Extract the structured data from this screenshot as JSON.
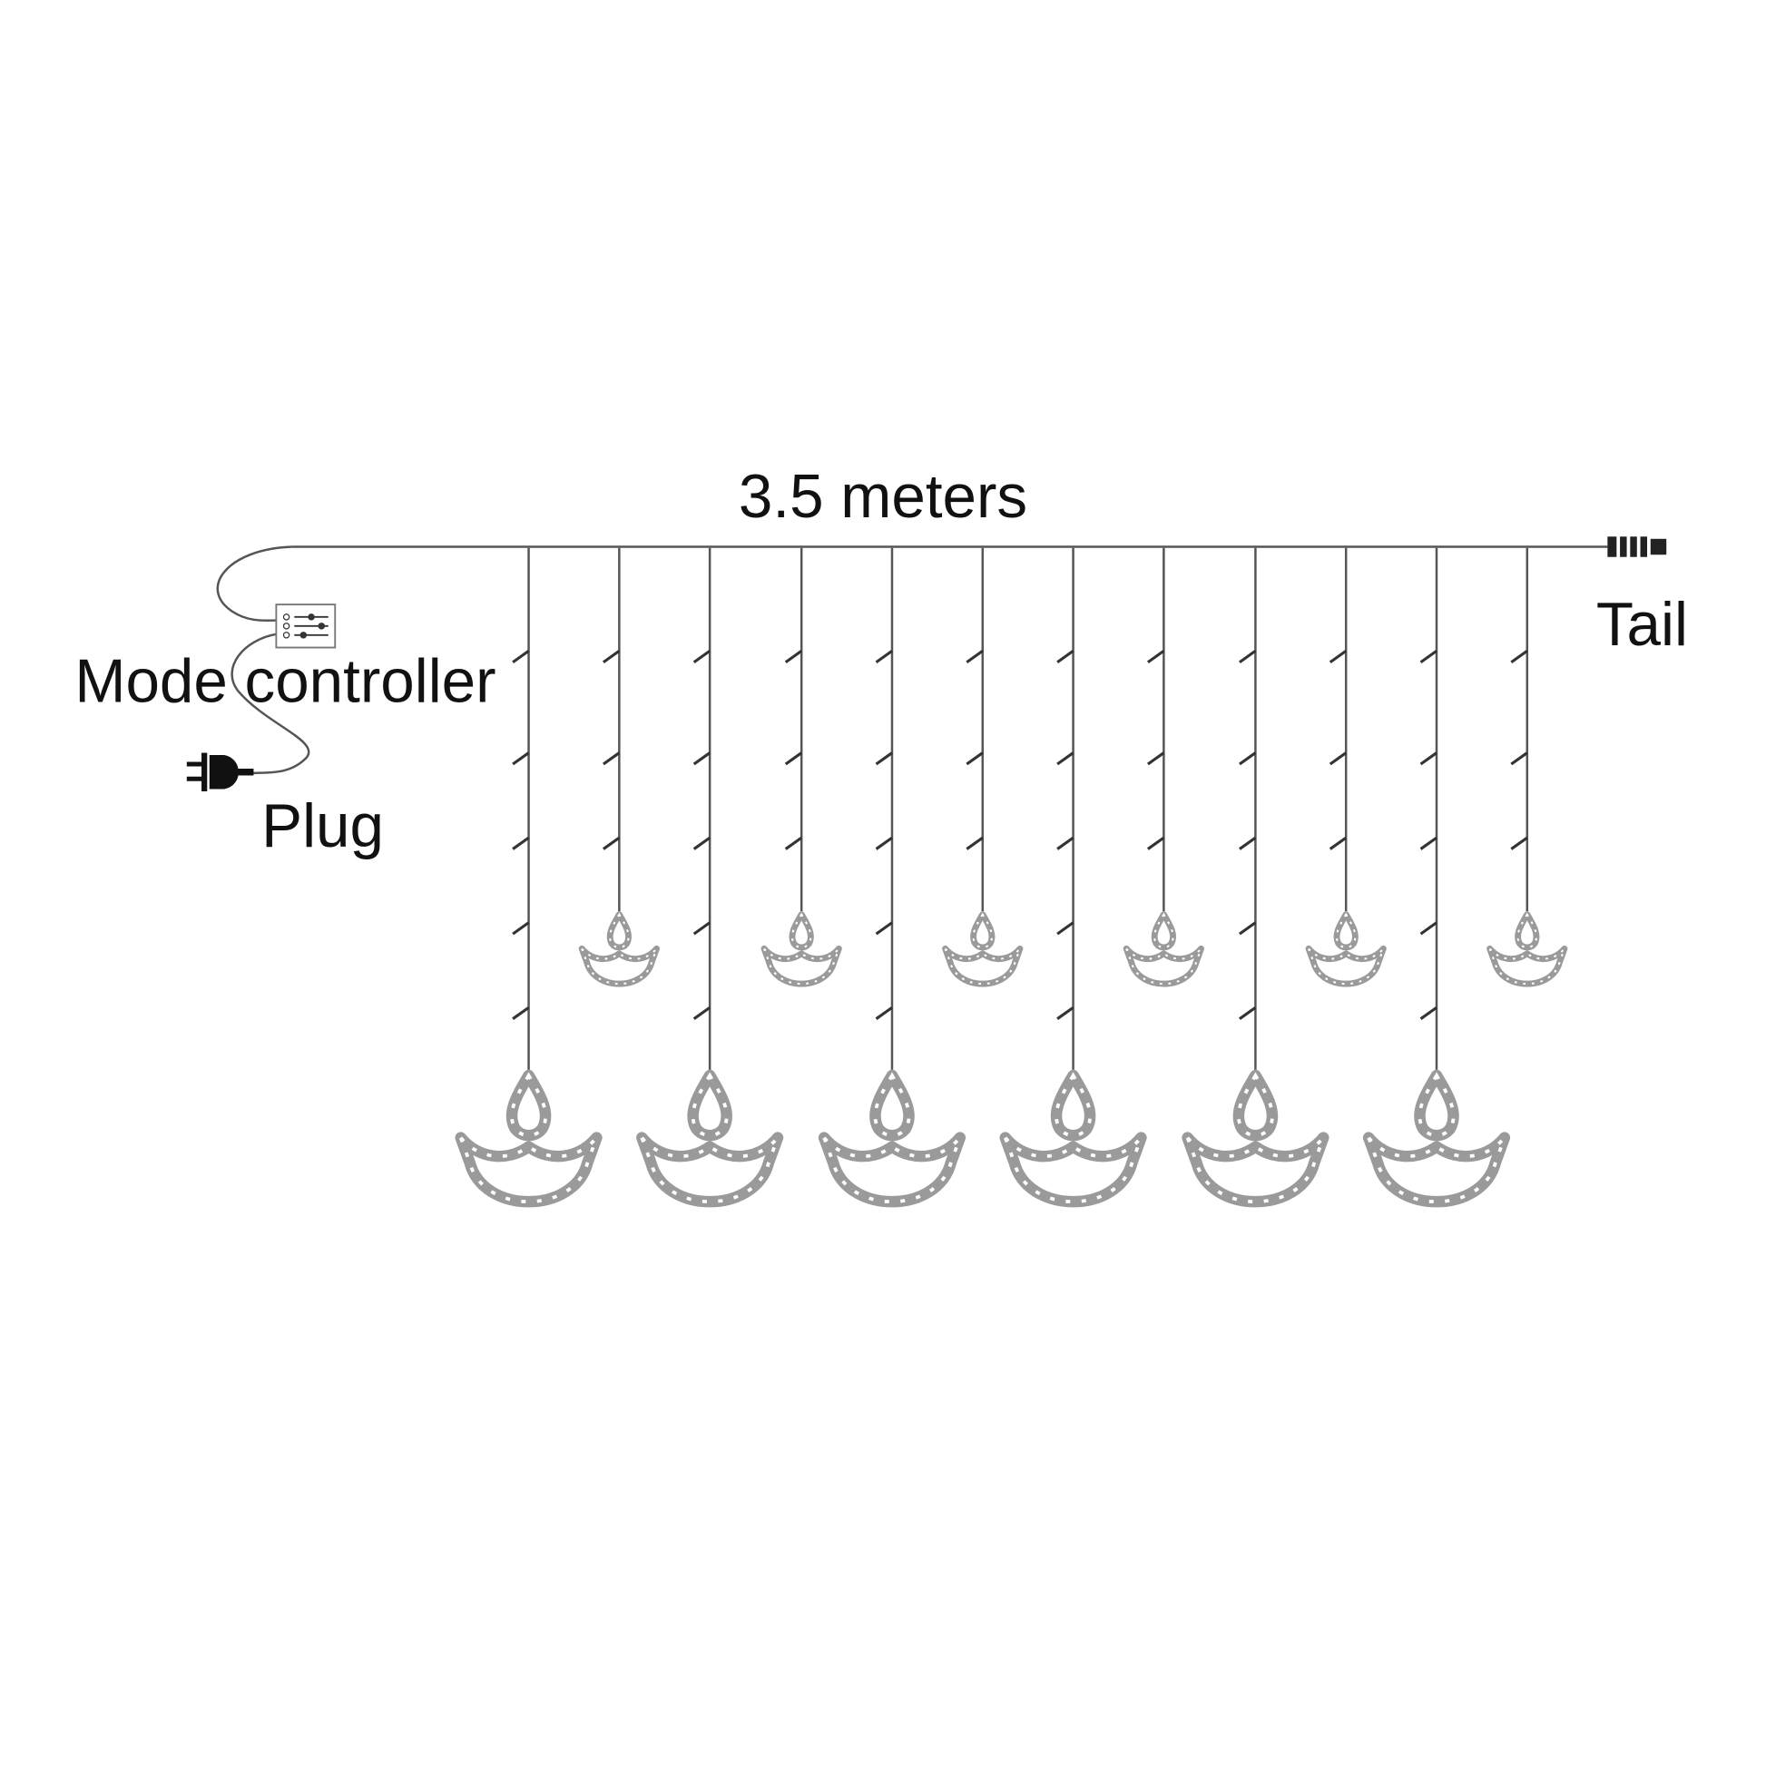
{
  "labels": {
    "length": "3.5 meters",
    "tail": "Tail",
    "controller": "Mode controller",
    "plug": "Plug"
  },
  "strands": {
    "count": 12,
    "pattern": [
      "large",
      "small",
      "large",
      "small",
      "large",
      "small",
      "large",
      "small",
      "large",
      "small",
      "large",
      "small"
    ]
  },
  "colors": {
    "wire": "#555555",
    "lamp": "#9a9a9a",
    "text": "#111111"
  }
}
